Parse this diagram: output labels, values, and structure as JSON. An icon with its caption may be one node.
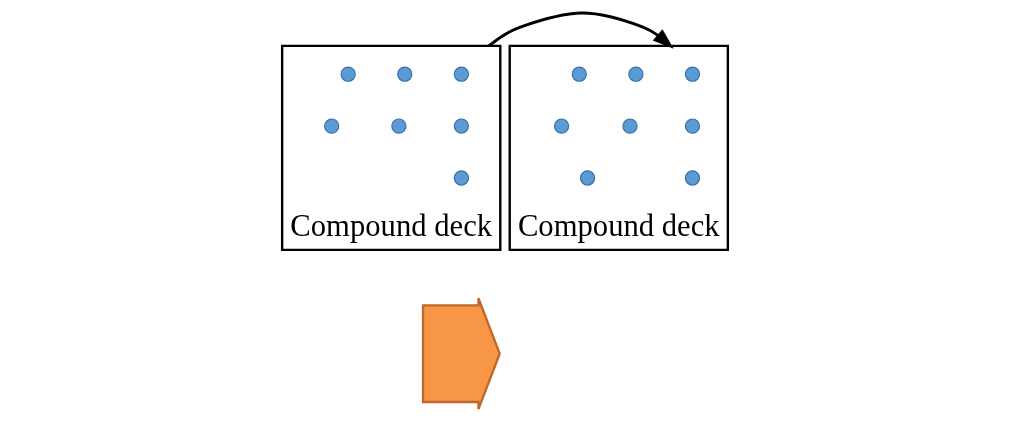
{
  "diagram": {
    "nodes": [
      {
        "text": [
          "Compound deck"
        ]
      },
      {
        "text": [],
        "shape": "circle",
        "in": 0
      },
      {
        "text": [],
        "shape": "circle",
        "in": 0
      },
      {
        "text": [],
        "shape": "circle",
        "in": 0
      },
      {
        "text": [],
        "shape": "circle",
        "in": 0
      },
      {
        "text": [],
        "shape": "circle",
        "in": 0
      },
      {
        "text": [],
        "shape": "circle",
        "in": 0
      },
      {
        "text": [],
        "shape": "circle",
        "in": 0
      },
      {
        "text": [
          "Compound deck"
        ]
      },
      {
        "text": [],
        "shape": "circle",
        "in": 8
      },
      {
        "text": [],
        "shape": "circle",
        "in": 8
      },
      {
        "text": [],
        "shape": "circle",
        "in": 8
      },
      {
        "text": [],
        "shape": "circle",
        "in": 8
      },
      {
        "text": [],
        "shape": "circle",
        "in": 8
      },
      {
        "text": [],
        "shape": "circle",
        "in": 8
      },
      {
        "text": [],
        "shape": "circle",
        "in": 8
      },
      {
        "text": [],
        "shape": "circle",
        "in": 8
      },
      {
        "text": [],
        "shape": "arrow"
      }
    ],
    "edges": [
      {
        "from": 0,
        "to": 8,
        "arrow": "to"
      }
    ]
  }
}
